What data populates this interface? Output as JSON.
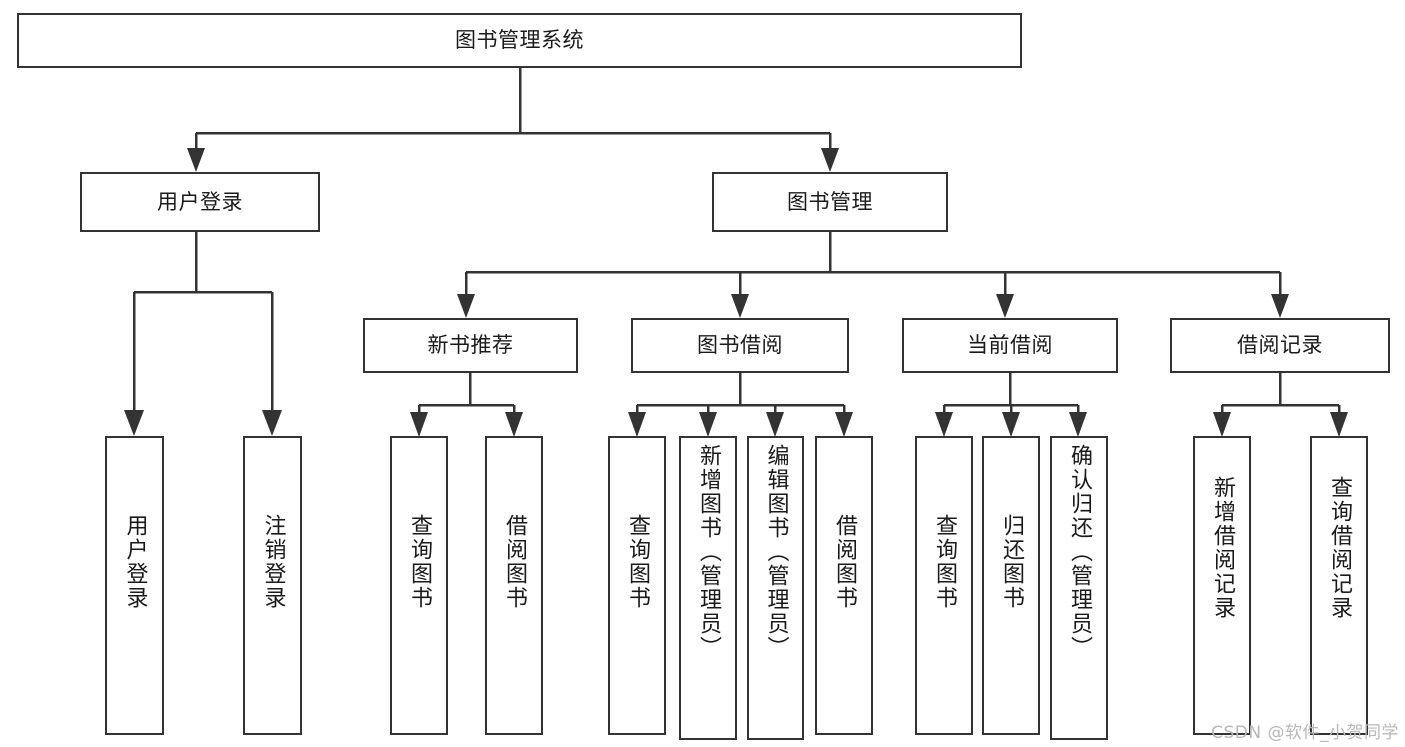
{
  "diagram": {
    "type": "tree-hierarchy-chart",
    "title": "图书管理系统",
    "line_color": "#333333",
    "box_fill": "#ffffff",
    "text_color": "#1a1a1a",
    "levels": {
      "root": {
        "label": "图书管理系统"
      },
      "level2": [
        {
          "id": "user-login",
          "label": "用户登录"
        },
        {
          "id": "book-management",
          "label": "图书管理"
        }
      ],
      "level3": [
        {
          "id": "new-book-recommend",
          "label": "新书推荐",
          "parent": "book-management"
        },
        {
          "id": "book-borrow",
          "label": "图书借阅",
          "parent": "book-management"
        },
        {
          "id": "current-borrow",
          "label": "当前借阅",
          "parent": "book-management"
        },
        {
          "id": "borrow-record",
          "label": "借阅记录",
          "parent": "book-management"
        }
      ],
      "leaves": [
        {
          "id": "leaf-user-login",
          "label": "用户登录",
          "parent": "user-login"
        },
        {
          "id": "leaf-logout-login",
          "label": "注销登录",
          "parent": "user-login"
        },
        {
          "id": "leaf-query-book-1",
          "label": "查询图书",
          "parent": "new-book-recommend"
        },
        {
          "id": "leaf-borrow-book-1",
          "label": "借阅图书",
          "parent": "new-book-recommend"
        },
        {
          "id": "leaf-query-book-2",
          "label": "查询图书",
          "parent": "book-borrow"
        },
        {
          "id": "leaf-add-book",
          "label": "新增图书（管理员）",
          "parent": "book-borrow"
        },
        {
          "id": "leaf-edit-book",
          "label": "编辑图书（管理员）",
          "parent": "book-borrow"
        },
        {
          "id": "leaf-borrow-book-2",
          "label": "借阅图书",
          "parent": "book-borrow"
        },
        {
          "id": "leaf-query-book-3",
          "label": "查询图书",
          "parent": "current-borrow"
        },
        {
          "id": "leaf-return-book",
          "label": "归还图书",
          "parent": "current-borrow"
        },
        {
          "id": "leaf-confirm-return",
          "label": "确认归还（管理员）",
          "parent": "current-borrow"
        },
        {
          "id": "leaf-add-record",
          "label": "新增借阅记录",
          "parent": "borrow-record"
        },
        {
          "id": "leaf-query-record",
          "label": "查询借阅记录",
          "parent": "borrow-record"
        }
      ]
    },
    "watermark": "CSDN @软件_小贺同学"
  }
}
